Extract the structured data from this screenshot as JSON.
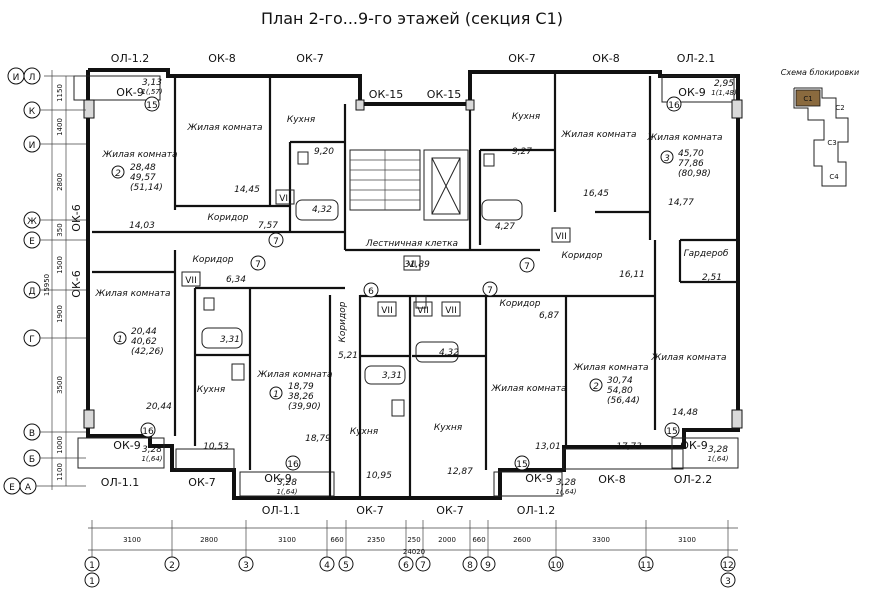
{
  "title": "План 2-го...9-го этажей (секция С1)",
  "scheme": {
    "label": "Схема блокировки",
    "sections": [
      "С1",
      "С2",
      "С3",
      "С4"
    ]
  },
  "window_labels": {
    "ol12_top": "ОЛ-1.2",
    "ok8_top_l": "ОК-8",
    "ok7_top_l": "ОК-7",
    "ok15_a": "ОК-15",
    "ok15_b": "ОК-15",
    "ok7_top_r": "ОК-7",
    "ok8_top_r": "ОК-8",
    "ol21_top": "ОЛ-2.1",
    "ok9_tl": "ОК-9",
    "ok9_tr": "ОК-9",
    "ok6_a": "ОК-6",
    "ok6_b": "ОК-6",
    "ok9_bl": "ОК-9",
    "ok9_br": "ОК-9",
    "ol11_bl": "ОЛ-1.1",
    "ok7_b1": "ОК-7",
    "ok9_bm": "ОК-9",
    "ok8_b": "ОК-8",
    "ol22_br": "ОЛ-2.2",
    "ol11_bb": "ОЛ-1.1",
    "ok7_bb1": "ОК-7",
    "ok7_bb2": "ОК-7",
    "ol12_bb": "ОЛ-1.2",
    "ok9_b2": "ОК-9"
  },
  "balcony_areas": {
    "tl": "3,13",
    "tl_k": "1(,57)",
    "tr": "2,95",
    "tr_k": "1(1,48)",
    "bl": "3,28",
    "bl_k": "1(,64)",
    "br": "3,28",
    "br_k": "1(,64)",
    "bm1": "3,28",
    "bm1_k": "1(,64)",
    "bm2": "3,28",
    "bm2_k": "1(,64)"
  },
  "rooms": {
    "living_tl": "Жилая комната",
    "kitchen_tl": "Кухня",
    "living_tl2": "Жилая комната",
    "kitchen_tr": "Кухня",
    "living_tr": "Жилая комната",
    "living_tr2": "Жилая комната",
    "corridor_tl": "Коридор",
    "corridor_l": "Коридор",
    "stair": "Лестничная клетка",
    "corridor_tr": "Коридор",
    "wardrobe": "Гардероб",
    "corridor_c": "Коридор",
    "corridor_cr": "Коридор",
    "living_ml": "Жилая комната",
    "kitchen_ml": "Кухня",
    "living_mc": "Жилая комната",
    "kitchen_mc": "Кухня",
    "kitchen_mc2": "Кухня",
    "living_mr": "Жилая комната",
    "living_mr2": "Жилая комната",
    "living_br": "Жилая комната"
  },
  "areas": {
    "a1445": "14,45",
    "a920": "9,20",
    "a432": "4,32",
    "a1403": "14,03",
    "a757": "7,57",
    "a634": "6,34",
    "a3189": "31,89",
    "a927": "9,27",
    "a1645": "16,45",
    "a427": "4,27",
    "a1477": "14,77",
    "a1611": "16,11",
    "a251": "2,51",
    "a687": "6,87",
    "a521": "5,21",
    "a331a": "3,31",
    "a331b": "3,31",
    "a432b": "4,32",
    "a2044": "20,44",
    "a1053": "10,53",
    "a1879": "18,79",
    "a1095": "10,95",
    "a1287": "12,87",
    "a1301": "13,01",
    "a1773": "17,73",
    "a1448": "14,48"
  },
  "apartments": {
    "q2_num": "2",
    "q2_a": "28,48",
    "q2_b": "49,57",
    "q2_c": "(51,14)",
    "q3_num": "3",
    "q3_a": "45,70",
    "q3_b": "77,86",
    "q3_c": "(80,98)",
    "q1l_num": "1",
    "q1l_a": "20,44",
    "q1l_b": "40,62",
    "q1l_c": "(42,26)",
    "q1c_num": "1",
    "q1c_a": "18,79",
    "q1c_b": "38,26",
    "q1c_c": "(39,90)",
    "q2r_num": "2",
    "q2r_a": "30,74",
    "q2r_b": "54,80",
    "q2r_c": "(56,44)"
  },
  "zones": {
    "z7a": "VII",
    "z7b": "VII",
    "z7c": "VII",
    "z6": "VI",
    "z7d": "VII",
    "z7e": "VII",
    "z7f": "VII"
  },
  "markers": {
    "m15a": "15",
    "m16a": "16",
    "m16b": "16",
    "m16c": "16",
    "m15b": "15",
    "m15c": "15",
    "m7a": "7",
    "m7b": "7",
    "m7c": "7",
    "m7d": "7",
    "m6": "6"
  },
  "row_axes": [
    "И",
    "Л",
    "К",
    "И",
    "Ж",
    "Е",
    "Д",
    "Г",
    "В",
    "Б",
    "Е",
    "А"
  ],
  "row_dims": [
    "1150",
    "1400",
    "2800",
    "350",
    "1500",
    "1900",
    "3500",
    "1000",
    "1100"
  ],
  "row_total": "15950",
  "col_axes": [
    "1",
    "2",
    "3",
    "4",
    "5",
    "6",
    "7",
    "8",
    "9",
    "10",
    "11",
    "12"
  ],
  "col_axes_lower": {
    "c1": "1",
    "c12": "3"
  },
  "col_dims": [
    "3100",
    "2800",
    "3100",
    "660",
    "2350",
    "250",
    "2000",
    "660",
    "2600",
    "3300",
    "3100"
  ],
  "col_total": "24020"
}
